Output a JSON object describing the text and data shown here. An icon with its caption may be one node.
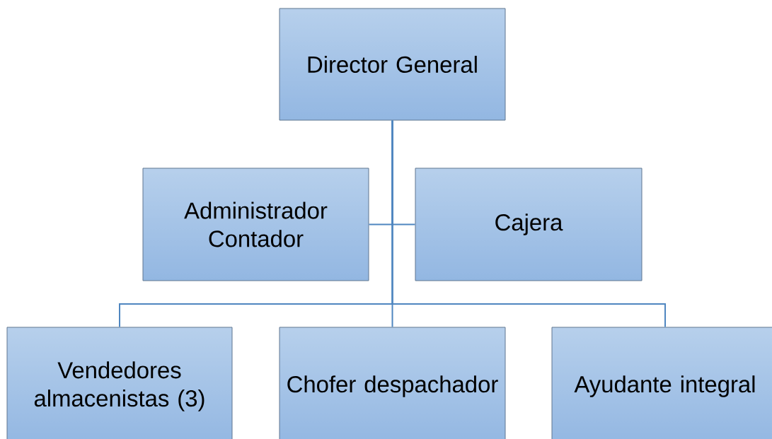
{
  "diagram": {
    "nodes": [
      {
        "text": [
          "Director General"
        ]
      },
      {
        "text": [
          "Administrador Contador"
        ]
      },
      {
        "text": [
          "Cajera"
        ]
      },
      {
        "text": [
          "Vendedores almacenistas (3)"
        ]
      },
      {
        "text": [
          "Chofer despachador"
        ]
      },
      {
        "text": [
          "Ayudante integral"
        ]
      }
    ],
    "edges": [
      {
        "from": 0,
        "to": 1,
        "arrow": "none"
      },
      {
        "from": 0,
        "to": 2,
        "arrow": "none"
      },
      {
        "from": 0,
        "to": 3,
        "arrow": "none"
      },
      {
        "from": 0,
        "to": 4,
        "arrow": "none"
      },
      {
        "from": 0,
        "to": 5,
        "arrow": "none"
      }
    ]
  }
}
